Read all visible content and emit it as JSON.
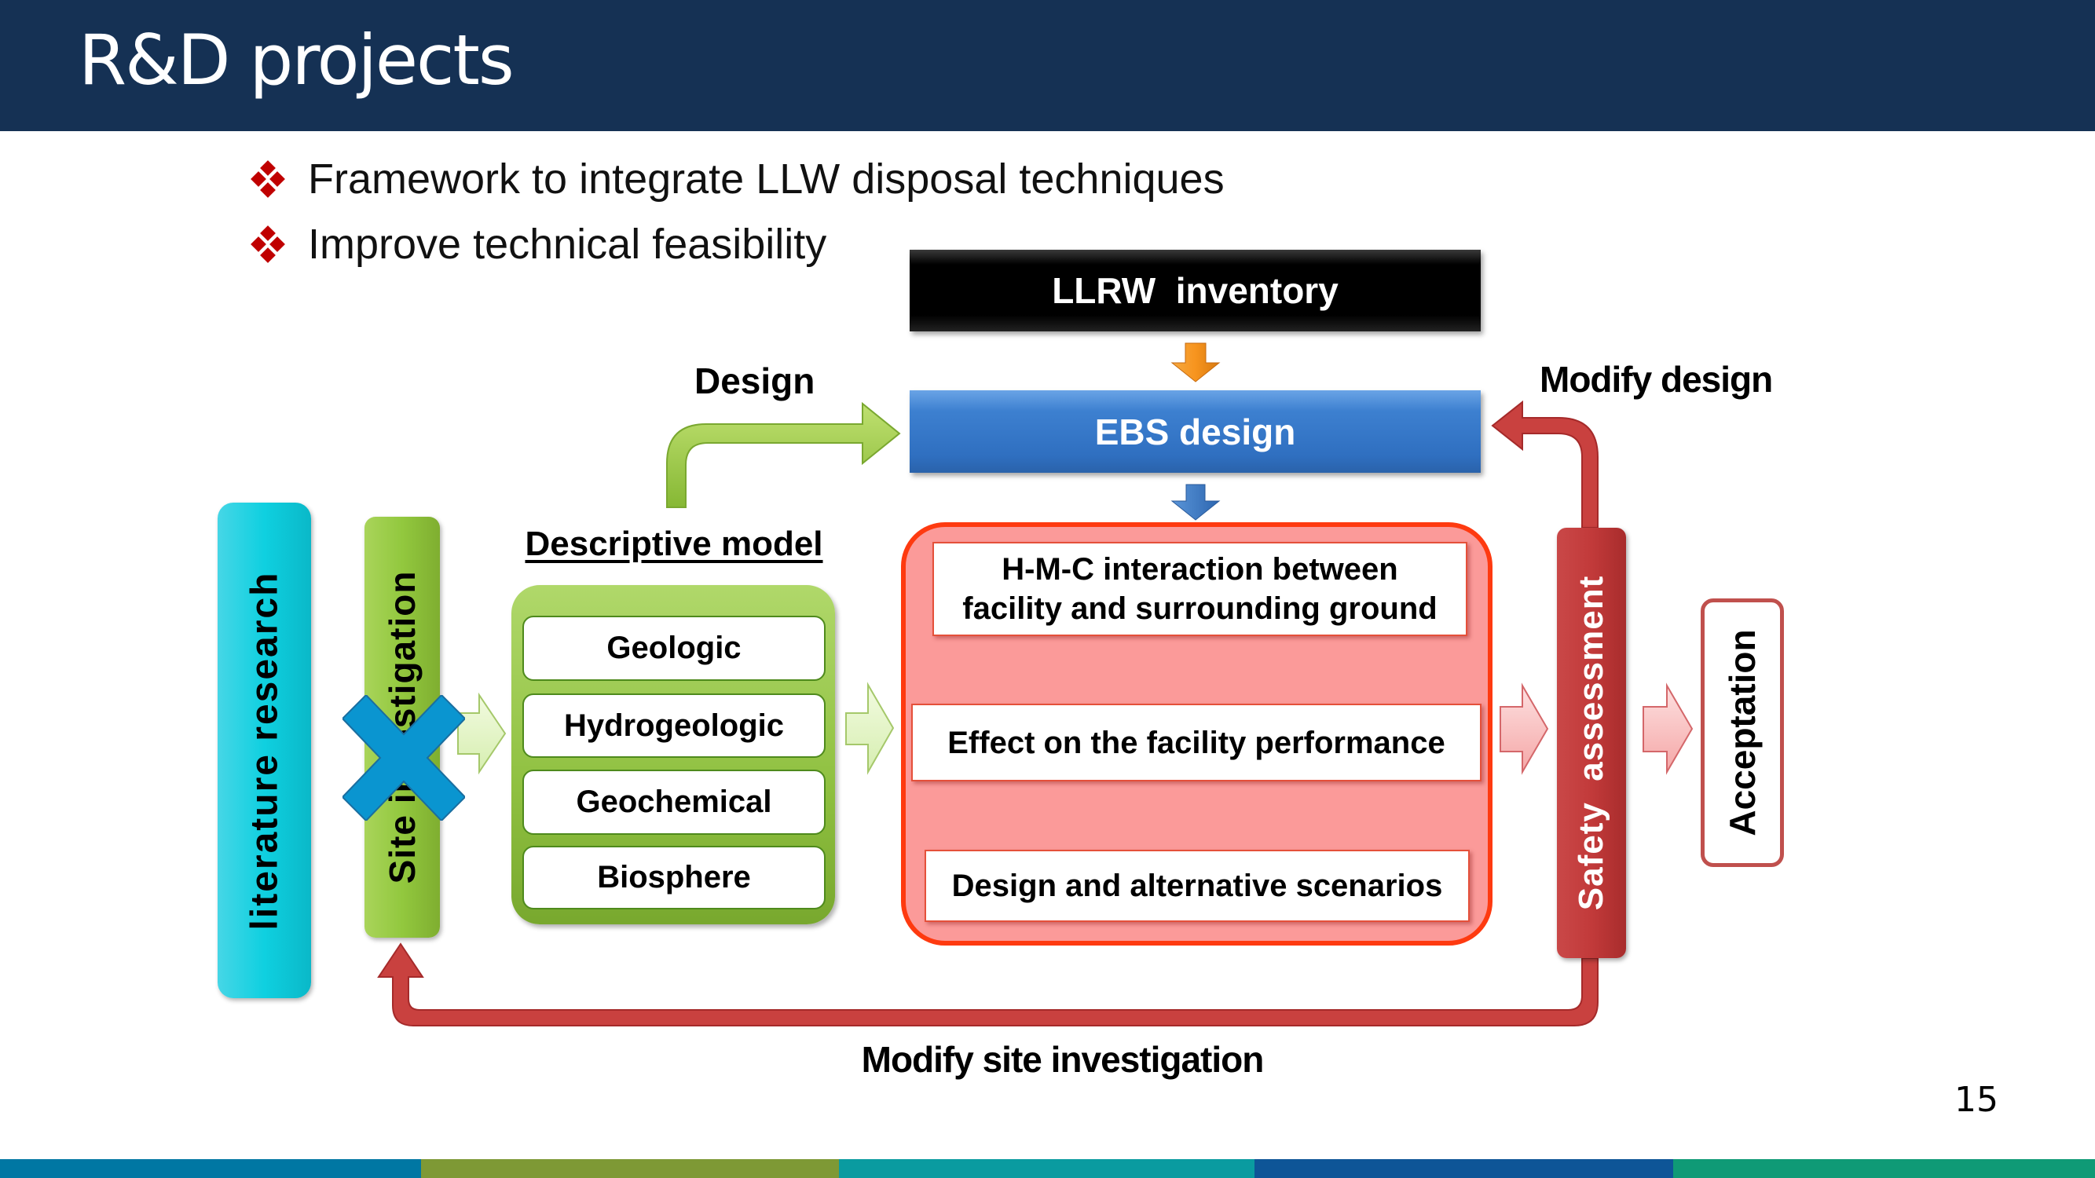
{
  "slide": {
    "title": "R&D projects",
    "page_number": "15",
    "bullets": [
      "Framework to integrate LLW disposal techniques",
      "Improve technical feasibility"
    ],
    "bullet_icon": "diamond-cluster-icon",
    "footer_stripe_colors": [
      "#0077a3",
      "#7e9935",
      "#0a9ba0",
      "#0e5597",
      "#0f9a76"
    ]
  },
  "diagram": {
    "inventory_box": "LLRW  inventory",
    "ebs_box": "EBS design",
    "literature_box": "literature research",
    "site_box": "Site investigation",
    "site_box_marker": "crossed-out (X)",
    "descriptive_model": {
      "label": "Descriptive model",
      "items": [
        "Geologic",
        "Hydrogeologic",
        "Geochemical",
        "Biosphere"
      ]
    },
    "analysis_steps": [
      "H-M-C interaction between facility and surrounding ground",
      "Effect on the facility performance",
      "Design and alternative scenarios"
    ],
    "safety_box": "Safety  assessment",
    "acceptance_box": "Acceptation",
    "labels": {
      "design": "Design",
      "modify_design": "Modify design",
      "modify_site": "Modify site investigation"
    },
    "colors": {
      "header": "#153154",
      "inventory": "#000000",
      "ebs": "#3d80d0",
      "literature": "#0fd0e0",
      "site": "#92c83e",
      "descriptive": "#8fc040",
      "analysis_fill": "#fb9a99",
      "analysis_border": "#fe3a10",
      "safety": "#c23a3a",
      "acceptance_border": "#c0504d",
      "cross": "#0a95d0",
      "bullet": "#c00000"
    }
  }
}
